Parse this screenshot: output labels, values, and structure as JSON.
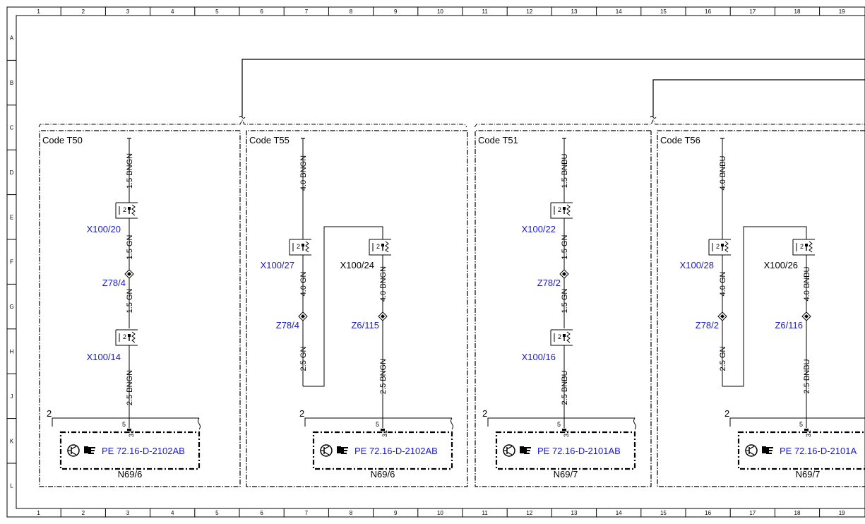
{
  "columns": [
    "1",
    "2",
    "3",
    "4",
    "5",
    "6",
    "7",
    "8",
    "9",
    "10",
    "11",
    "12",
    "13",
    "14",
    "15",
    "16",
    "17",
    "18",
    "19"
  ],
  "rows": [
    "A",
    "B",
    "C",
    "D",
    "E",
    "F",
    "G",
    "H",
    "J",
    "K",
    "L"
  ],
  "panels": [
    {
      "code": "Code T50",
      "top_wire": "1.5 BNGN",
      "connectors": [
        "X100/20",
        "X100/14"
      ],
      "splice": "Z78/4",
      "wire_mid1": "1.5 GN",
      "wire_mid2": "1.5 GN",
      "bottom_wire": "2.5 BNGN",
      "pin_top": "2",
      "pin_mid": "5",
      "pin_low": "31",
      "ref": "PE 72.16-D-2102AB",
      "module": "N69/6"
    },
    {
      "code": "Code T55",
      "top_wire": "4.0 BNGN",
      "left_connector": "X100/27",
      "left_wire": "4.0 GN",
      "left_splice": "Z78/4",
      "left_bottom_wire": "2.5 GN",
      "right_connector": "X100/24",
      "right_wire": "4.0 BNGN",
      "right_splice": "Z6/115",
      "right_bottom_wire": "2.5 BNGN",
      "pin_top": "2",
      "pin_mid": "5",
      "pin_low": "31",
      "ref": "PE 72.16-D-2102AB",
      "module": "N69/6"
    },
    {
      "code": "Code T51",
      "top_wire": "1.5 BNBU",
      "connectors": [
        "X100/22",
        "X100/16"
      ],
      "splice": "Z78/2",
      "wire_mid1": "1.5 GN",
      "wire_mid2": "1.5 GN",
      "bottom_wire": "2.5 BNBU",
      "pin_top": "2",
      "pin_mid": "5",
      "pin_low": "31",
      "ref": "PE 72.16-D-2101AB",
      "module": "N69/7"
    },
    {
      "code": "Code T56",
      "top_wire": "4.0 BNBU",
      "left_connector": "X100/28",
      "left_wire": "4.0 GN",
      "left_splice": "Z78/2",
      "left_bottom_wire": "2.5 GN",
      "right_connector": "X100/26",
      "right_wire": "4.0 BNBU",
      "right_splice": "Z6/116",
      "right_bottom_wire": "2.5 BNBU",
      "pin_top": "2",
      "pin_mid": "5",
      "pin_low": "31",
      "ref": "PE 72.16-D-2101A",
      "module": "N69/7"
    }
  ],
  "connector_pin": "2",
  "colors": {
    "line": "#000000",
    "label": "#1a1acc"
  },
  "icons": [
    "transistor-icon",
    "pointing-hand-icon"
  ]
}
